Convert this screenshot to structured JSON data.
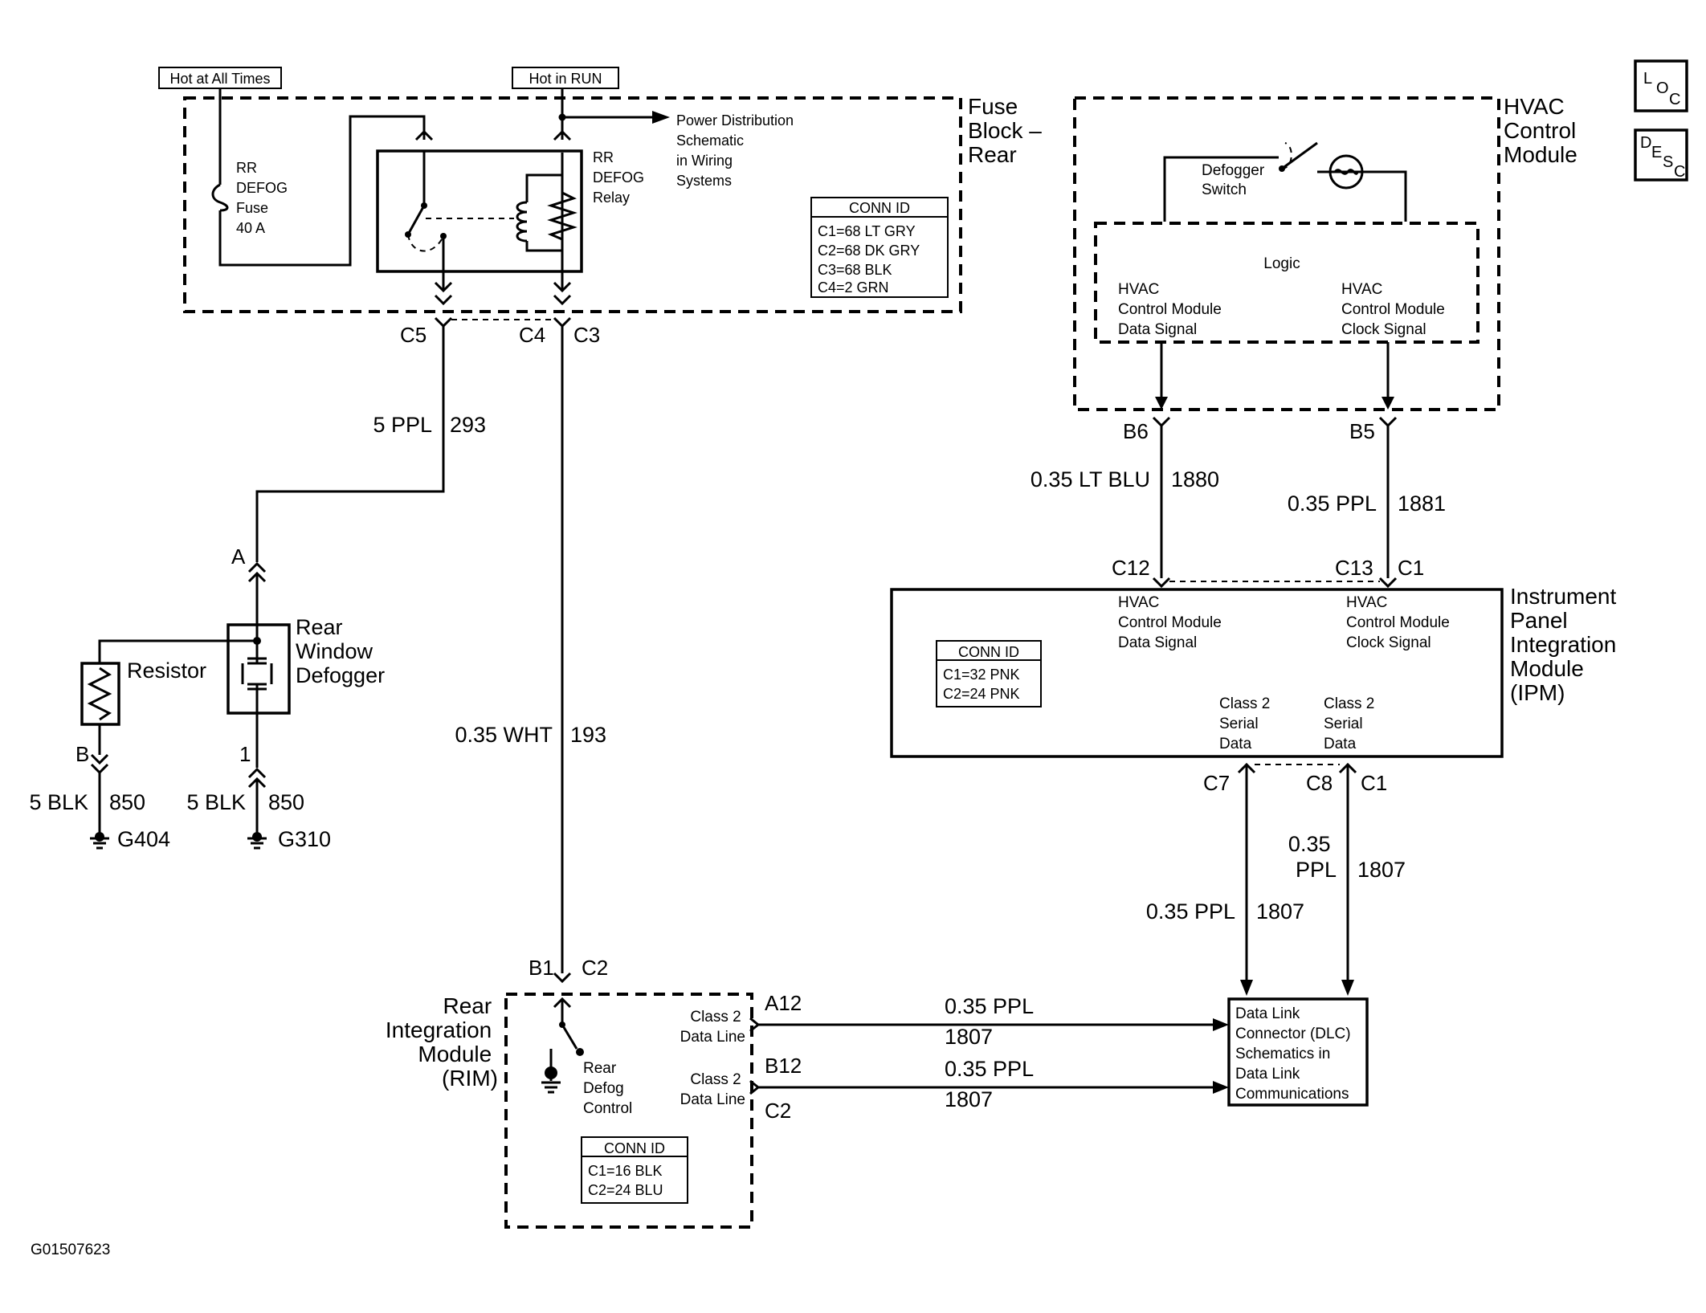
{
  "hot_labels": {
    "always": "Hot at All Times",
    "run": "Hot in RUN"
  },
  "fuse_block": {
    "title": [
      "Fuse",
      "Block –",
      "Rear"
    ],
    "fuse": [
      "RR",
      "DEFOG",
      "Fuse",
      "40 A"
    ],
    "relay": [
      "RR",
      "DEFOG",
      "Relay"
    ],
    "power_note": [
      "Power Distribution",
      "Schematic",
      "in Wiring",
      "Systems"
    ],
    "conn_title": "CONN ID",
    "conn": [
      "C1=68 LT GRY",
      "C2=68 DK GRY",
      "C3=68 BLK",
      "C4=2 GRN"
    ],
    "pins": {
      "c5": "C5",
      "c4": "C4",
      "c3": "C3"
    }
  },
  "hvac": {
    "title": [
      "HVAC",
      "Control",
      "Module"
    ],
    "switch": [
      "Defogger",
      "Switch"
    ],
    "logic": "Logic",
    "data_sig": [
      "HVAC",
      "Control Module",
      "Data Signal"
    ],
    "clock_sig": [
      "HVAC",
      "Control Module",
      "Clock Signal"
    ],
    "pins": {
      "b6": "B6",
      "b5": "B5"
    }
  },
  "legend": {
    "loc": [
      "L",
      "O",
      "C"
    ],
    "desc": [
      "D",
      "E",
      "S",
      "C"
    ]
  },
  "wires": {
    "w293": {
      "size": "5 PPL",
      "num": "293"
    },
    "w193": {
      "size": "0.35 WHT",
      "num": "193"
    },
    "w1880": {
      "size": "0.35 LT BLU",
      "num": "1880"
    },
    "w1881": {
      "size": "0.35 PPL",
      "num": "1881"
    },
    "w850a": {
      "size": "5 BLK",
      "num": "850"
    },
    "w850b": {
      "size": "5 BLK",
      "num": "850"
    },
    "w1807a": {
      "size": "0.35 PPL",
      "num": "1807"
    },
    "w1807b": {
      "size": [
        "0.35",
        "PPL"
      ],
      "num": "1807"
    },
    "w1807c": {
      "size": "0.35 PPL",
      "num": "1807"
    },
    "w1807d": {
      "size": "0.35 PPL",
      "num": "1807"
    }
  },
  "defogger": {
    "title": [
      "Rear",
      "Window",
      "Defogger"
    ],
    "resistor": "Resistor",
    "pins": {
      "a": "A",
      "b": "B",
      "one": "1"
    },
    "grounds": {
      "g404": "G404",
      "g310": "G310"
    }
  },
  "ipm": {
    "title": [
      "Instrument",
      "Panel",
      "Integration",
      "Module",
      "(IPM)"
    ],
    "data_sig": [
      "HVAC",
      "Control Module",
      "Data Signal"
    ],
    "clock_sig": [
      "HVAC",
      "Control Module",
      "Clock Signal"
    ],
    "serial1": [
      "Class 2",
      "Serial",
      "Data"
    ],
    "serial2": [
      "Class 2",
      "Serial",
      "Data"
    ],
    "conn_title": "CONN ID",
    "conn": [
      "C1=32 PNK",
      "C2=24 PNK"
    ],
    "pins": {
      "c12": "C12",
      "c13": "C13",
      "c1": "C1",
      "c7": "C7",
      "c8": "C8",
      "c1b": "C1"
    }
  },
  "rim": {
    "title": [
      "Rear",
      "Integration",
      "Module",
      "(RIM)"
    ],
    "control": [
      "Rear",
      "Defog",
      "Control"
    ],
    "line1": [
      "Class 2",
      "Data Line"
    ],
    "line2": [
      "Class 2",
      "Data Line"
    ],
    "conn_title": "CONN ID",
    "conn": [
      "C1=16 BLK",
      "C2=24 BLU"
    ],
    "pins": {
      "b1": "B1",
      "c2": "C2",
      "a12": "A12",
      "b12": "B12",
      "c2b": "C2"
    }
  },
  "dlc": {
    "text": [
      "Data Link",
      "Connector (DLC)",
      "Schematics in",
      "Data Link",
      "Communications"
    ]
  },
  "figure_id": "G01507623"
}
